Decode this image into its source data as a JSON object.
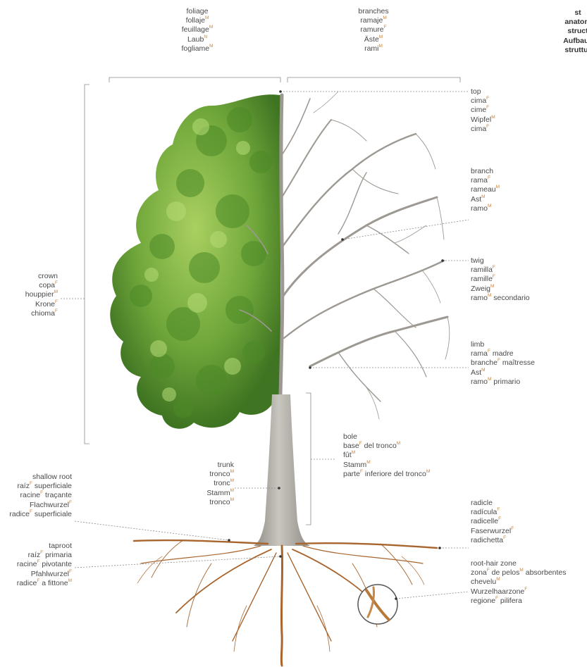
{
  "colors": {
    "leaf_dark": "#4f8a2a",
    "leaf_light": "#8fc24a",
    "bark": "#b8b4ad",
    "root": "#a8652e",
    "text": "#4a4a4a",
    "superscript": "#c8843c",
    "leader": "#8a8a8a"
  },
  "labels": {
    "foliage": [
      "foliage",
      "follaje|M",
      "feuillage|M",
      "Laub|N",
      "fogliame|M"
    ],
    "branches": [
      "branches",
      "ramaje|M",
      "ramure|F",
      "Äste|M",
      "rami|M"
    ],
    "structure": [
      "st",
      "anatom",
      "struct",
      "Aufbau|M",
      "struttur"
    ],
    "top": [
      "top",
      "cima|F",
      "cime|F",
      "Wipfel|M",
      "cima|F"
    ],
    "branch": [
      "branch",
      "rama|F",
      "rameau|M",
      "Ast|M",
      "ramo|M"
    ],
    "twig": [
      "twig",
      "ramilla|F",
      "ramille|F",
      "Zweig|M",
      "ramo|M| secondario"
    ],
    "crown": [
      "crown",
      "copa|F",
      "houppier|M",
      "Krone|F",
      "chioma|F"
    ],
    "limb": [
      "limb",
      "rama|F| madre",
      "branche|F| maîtresse",
      "Ast|M",
      "ramo|M| primario"
    ],
    "bole": [
      "bole",
      "base|F| del tronco|M",
      "fût|M",
      "Stamm|M",
      "parte|F| inferiore del tronco|M"
    ],
    "trunk": [
      "trunk",
      "tronco|M",
      "tronc|M",
      "Stamm|M",
      "tronco|M"
    ],
    "shallow_root": [
      "shallow root",
      "raíz|F| superficiale",
      "racine|F| traçante",
      "Flachwurzel|F",
      "radice|F| superficiale"
    ],
    "radicle": [
      "radicle",
      "radícula|F",
      "radicelle|F",
      "Faserwurzel|F",
      "radichetta|F"
    ],
    "taproot": [
      "taproot",
      "raíz|F| primaria",
      "racine|F| pivotante",
      "Pfahlwurzel|F",
      "radice|F| a fittone|M"
    ],
    "root_hair_zone": [
      "root-hair zone",
      "zona|F| de pelos|M| absorbentes",
      "chevelu|M",
      "Wurzelhaarzone|F",
      "regione|F| pilifera"
    ]
  }
}
